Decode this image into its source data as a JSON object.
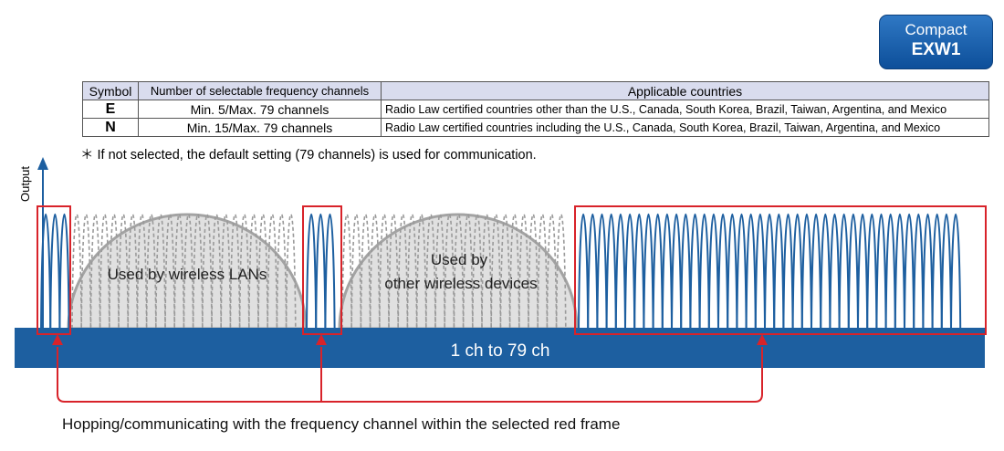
{
  "badge": {
    "line1": "Compact",
    "line2": "EXW1"
  },
  "table": {
    "headers": [
      "Symbol",
      "Number of selectable frequency channels",
      "Applicable countries"
    ],
    "rows": [
      {
        "symbol": "E",
        "channels": "Min. 5/Max. 79 channels",
        "countries": "Radio Law certified countries other than the U.S., Canada, South Korea, Brazil, Taiwan, Argentina, and Mexico"
      },
      {
        "symbol": "N",
        "channels": "Min. 15/Max. 79 channels",
        "countries": "Radio Law certified countries including the U.S., Canada, South Korea, Brazil, Taiwan, Argentina, and Mexico"
      }
    ]
  },
  "note": "＊ If not selected, the default setting (79 channels) is used for communication.",
  "diagram": {
    "axis_label": "Output",
    "band_label": "1 ch to 79 ch",
    "wlan_label": "Used by wireless LANs",
    "other_label_line1": "Used by",
    "other_label_line2": "other wireless devices",
    "caption": "Hopping/communicating with the frequency channel within the selected red frame",
    "colors": {
      "band": "#1d5fa0",
      "wave": "#1d5fa0",
      "frame": "#d8232a",
      "dashed": "#9a9a9a",
      "dome": "#a3a3a3"
    }
  }
}
